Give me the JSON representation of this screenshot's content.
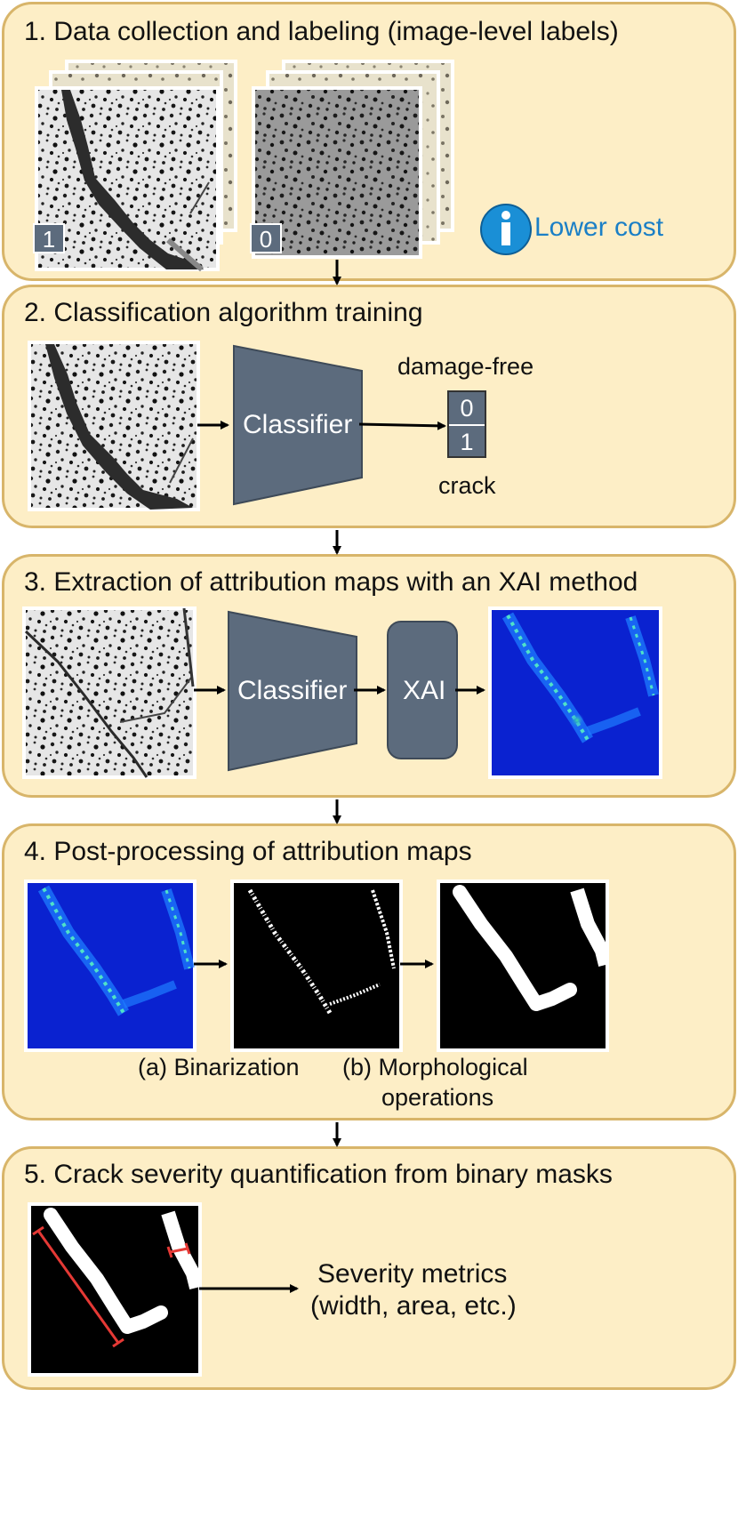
{
  "colors": {
    "panel_fill": "#fdeec6",
    "panel_border": "#d8b56a",
    "block_fill": "#5c6b7d",
    "info_blue": "#1a8fd6",
    "measure_red": "#e53935"
  },
  "step1": {
    "title": "1. Data collection and labeling (image-level labels)",
    "label_crack": "1",
    "label_free": "0",
    "info_icon": "info-icon",
    "info_text": "Lower cost"
  },
  "step2": {
    "title": "2. Classification algorithm training",
    "classifier": "Classifier",
    "out_top_label": "damage-free",
    "out_0": "0",
    "out_1": "1",
    "out_bottom_label": "crack"
  },
  "step3": {
    "title": "3. Extraction of attribution maps with an XAI method",
    "classifier": "Classifier",
    "xai": "XAI"
  },
  "step4": {
    "title": "4. Post-processing of attribution maps",
    "caption_a": "(a) Binarization",
    "caption_b_line1": "(b) Morphological",
    "caption_b_line2": "operations"
  },
  "step5": {
    "title": "5. Crack severity quantification from binary masks",
    "metrics_line1": "Severity metrics",
    "metrics_line2": "(width, area, etc.)"
  }
}
